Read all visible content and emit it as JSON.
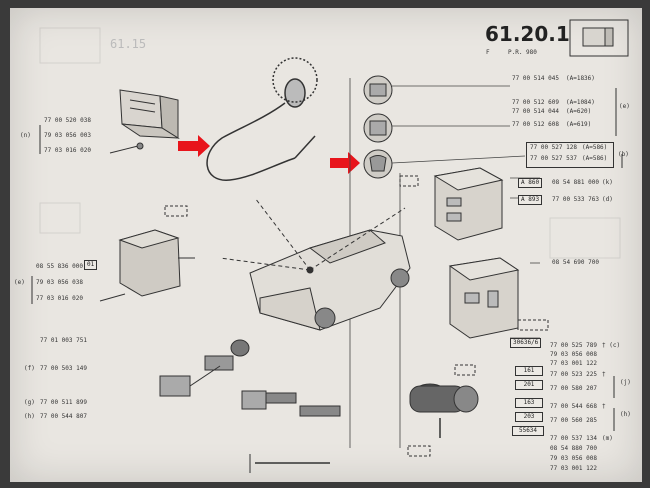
{
  "header": {
    "section": "61.20.1",
    "sub_left": "F",
    "sub_right": "P.R. 980"
  },
  "watermark": {
    "faded_page": "61.15"
  },
  "part_numbers": {
    "left_top": [
      {
        "ref": "",
        "number": "77 00 520 038"
      },
      {
        "ref": "(n)",
        "number": "79 03 056 003"
      },
      {
        "ref": "",
        "number": "77 03 016 020"
      }
    ],
    "left_mid": [
      {
        "ref": "",
        "number": "08 55 836 000"
      },
      {
        "ref": "(e)",
        "number": "79 03 056 038"
      },
      {
        "ref": "",
        "number": "77 03 016 020"
      }
    ],
    "left_bottom": [
      {
        "ref": "",
        "number": "77 01 003 751"
      },
      {
        "ref": "(f)",
        "number": "77 00 503 149"
      },
      {
        "ref": "(g)",
        "number": "77 00 511 899"
      },
      {
        "ref": "(h)",
        "number": "77 00 544 807"
      }
    ],
    "right_top": [
      {
        "number": "77 00 514 045",
        "note": "(A=1836)"
      },
      {
        "number": "77 00 512 609",
        "note": "(A=1084)"
      },
      {
        "number": "77 00 514 044",
        "note": "(A=620)"
      },
      {
        "number": "77 00 512 608",
        "note": "(A=619)"
      }
    ],
    "right_top_group": "(e)",
    "right_b": [
      {
        "number": "77 00 527 128",
        "note": "(A=586)"
      },
      {
        "number": "77 00 527 537",
        "note": "(A=586)"
      }
    ],
    "right_b_group": "(b)",
    "right_mid": [
      {
        "number": "08 54 881 000",
        "note": "(k)"
      },
      {
        "number": "77 00 533 763",
        "note": "(d)"
      },
      {
        "number": "08 54 690 700",
        "note": ""
      }
    ],
    "right_low": [
      {
        "number": "77 00 525 789",
        "note": "† (c)"
      },
      {
        "number": "79 03 056 008",
        "note": ""
      },
      {
        "number": "77 03 001 122",
        "note": ""
      },
      {
        "number": "77 00 523 225",
        "note": "†"
      },
      {
        "number": "77 00 580 207",
        "note": ""
      },
      {
        "number": "77 00 544 668",
        "note": "†"
      },
      {
        "number": "77 00 560 285",
        "note": ""
      },
      {
        "number": "77 00 537 134",
        "note": "(m)"
      },
      {
        "number": "08 54 880 700",
        "note": ""
      },
      {
        "number": "79 03 056 008",
        "note": ""
      },
      {
        "number": "77 03 001 122",
        "note": ""
      }
    ],
    "right_low_groups": [
      "(j)",
      "(h)"
    ],
    "box_labels": [
      "A 860",
      "A 893",
      "30636/6",
      "161",
      "201",
      "163",
      "203",
      "55634",
      "01"
    ]
  },
  "colors": {
    "paper": "#e9e6e1",
    "ink": "#333333",
    "arrow": "#e8141b"
  }
}
